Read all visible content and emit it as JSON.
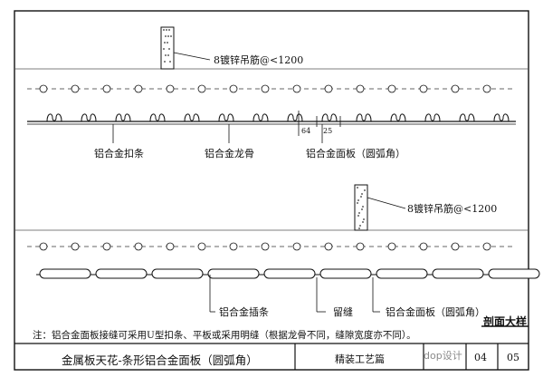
{
  "labels": {
    "hanger_top": "8镀锌吊筋@<1200",
    "hanger_bottom": "8镀锌吊筋@<1200",
    "clip_strip_top": "铝合金扣条",
    "keel": "铝合金龙骨",
    "panel_top": "铝合金面板（圆弧角）",
    "dim_64": "64",
    "dim_25": "25",
    "clip_strip_bottom": "铝合金插条",
    "gap": "留缝",
    "panel_bottom": "铝合金面板（圆弧角）"
  },
  "note": "注：铝合金面板接缝可采用U型扣条、平板或采用明缝（根据龙骨不同，缝隙宽度亦不同）。",
  "section_title": "剖面大样",
  "title_block": {
    "drawing_title": "金属板天花-条形铝合金面板（圆弧角）",
    "category": "精装工艺篇",
    "page": "04",
    "sheet": "05"
  },
  "watermark": "dop设计"
}
